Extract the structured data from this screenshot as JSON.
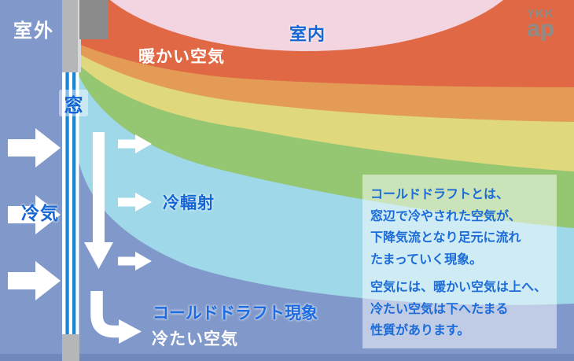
{
  "header": {
    "logo_line1": "YKK",
    "logo_line2": "ap"
  },
  "labels": {
    "outdoor": "室外",
    "indoor": "室内",
    "warm_air": "暖かい空気",
    "window": "窓",
    "cold_air": "冷気",
    "cold_radiation": "冷輻射",
    "cold_draft_phenomenon": "コールドドラフト現象",
    "cold_air_bottom": "冷たい空気"
  },
  "info_box": {
    "para1_line1": "コールドドラフトとは、",
    "para1_line2": "窓辺で冷やされた空気が、",
    "para1_line3": "下降気流となり足元に流れ",
    "para1_line4": "たまっていく現象。",
    "para2_line1": "空気には、暖かい空気は上へ、",
    "para2_line2": "冷たい空気は下へたまる",
    "para2_line3": "性質があります。"
  },
  "colors": {
    "background": "#8199CA",
    "floor_strip": "#7089BD",
    "band_cyan": "#9FD8E8",
    "band_green": "#95C671",
    "band_yellow": "#DFD87D",
    "band_orange": "#E39B55",
    "band_orange_red": "#E06845",
    "band_pink": "#F3D5E2",
    "glass_blue": "#1B87D2",
    "glass_white": "#FFFFFF",
    "frame_gray": "#B5B6B8",
    "frame_highlight": "#D9D9DB",
    "frame_dark_gray": "#8B8B8B",
    "label_blue": "#1566D4",
    "logo_gray": "#8D8C88",
    "arrow_white": "#FFFFFF"
  }
}
